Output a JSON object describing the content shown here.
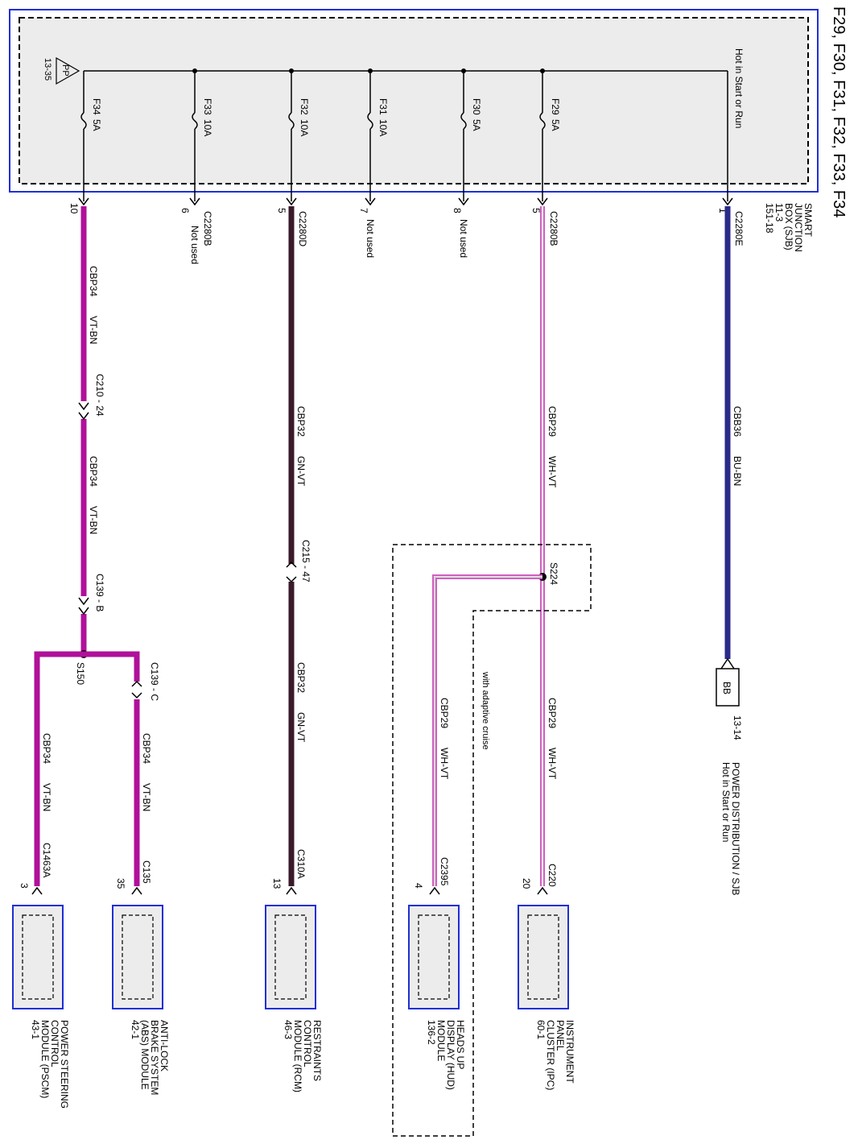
{
  "title": "F29, F30, F31, F32, F33, F34",
  "colors": {
    "sjb_border": "#1f2fd6",
    "box_fill": "#ececec",
    "module_border": "#1f2fd6",
    "bu_bn": "#2a2a8a",
    "vt_bn": "#b0109a",
    "gn_vt": "#3a1a2a",
    "wh_vt": "#d060c0",
    "dashed": "#000000"
  },
  "sjb": {
    "name_lines": [
      "SMART",
      "JUNCTION",
      "BOX (SJB)",
      "11-3",
      "151-18"
    ],
    "supply_label": "Hot in Start or Run",
    "ground_ref": "13-35",
    "ground_symbol": "PP"
  },
  "fuses": [
    {
      "name": "F29",
      "rating": "5A"
    },
    {
      "name": "F30",
      "rating": "5A"
    },
    {
      "name": "F31",
      "rating": "10A"
    },
    {
      "name": "F32",
      "rating": "10A"
    },
    {
      "name": "F33",
      "rating": "10A"
    },
    {
      "name": "F34",
      "rating": "5A"
    }
  ],
  "pins": [
    {
      "pin": "1",
      "connector": "C2280E"
    },
    {
      "pin": "5",
      "connector": "C2280B"
    },
    {
      "pin": "8",
      "connector": "Not used"
    },
    {
      "pin": "7",
      "connector": "Not used"
    },
    {
      "pin": "5",
      "connector": "C2280D"
    },
    {
      "pin": "6",
      "connector": "C2280B"
    },
    {
      "pin": "6_sub",
      "connector": "Not used"
    },
    {
      "pin": "10",
      "connector": ""
    }
  ],
  "circuits": {
    "cbb36": {
      "circuit": "CBB36",
      "color": "BU-BN"
    },
    "cbp29": {
      "circuit": "CBP29",
      "color": "WH-VT"
    },
    "cbp29_hud": {
      "circuit": "CBP29",
      "color": "WH-VT"
    },
    "cbp32": {
      "circuit": "CBP32",
      "color": "GN-VT"
    },
    "cbp34": {
      "circuit": "CBP34",
      "color": "VT-BN"
    }
  },
  "splices": {
    "s224": "S224",
    "s150": "S150"
  },
  "inline_connectors": {
    "c210": "C210 - 24",
    "c215": "C215 - 47",
    "c139b": "C139 - B",
    "c139c": "C139 - C"
  },
  "option_label": "with adaptive cruise",
  "bb_connector": {
    "label": "BB",
    "ref": "13-14",
    "dest_lines": [
      "POWER DISTRIBUTION / SJB",
      "Hot in Start or Run"
    ]
  },
  "modules": [
    {
      "key": "ipc",
      "connector": "C220",
      "pin": "20",
      "lines": [
        "INSTRUMENT",
        "PANEL",
        "CLUSTER (IPC)",
        "60-1"
      ]
    },
    {
      "key": "hud",
      "connector": "C2395",
      "pin": "4",
      "lines": [
        "HEADS UP",
        "DISPLAY (HUD)",
        "MODULE",
        "136-2"
      ]
    },
    {
      "key": "rcm",
      "connector": "C310A",
      "pin": "13",
      "lines": [
        "RESTRAINTS",
        "CONTROL",
        "MODULE (RCM)",
        "46-3"
      ]
    },
    {
      "key": "abs",
      "connector": "C135",
      "pin": "35",
      "lines": [
        "ANTI-LOCK",
        "BRAKE SYSTEM",
        "(ABS) MODULE",
        "42-1"
      ]
    },
    {
      "key": "pscm",
      "connector": "C1463A",
      "pin": "3",
      "lines": [
        "POWER STEERING",
        "CONTROL",
        "MODULE (PSCM)",
        "43-1"
      ]
    }
  ]
}
